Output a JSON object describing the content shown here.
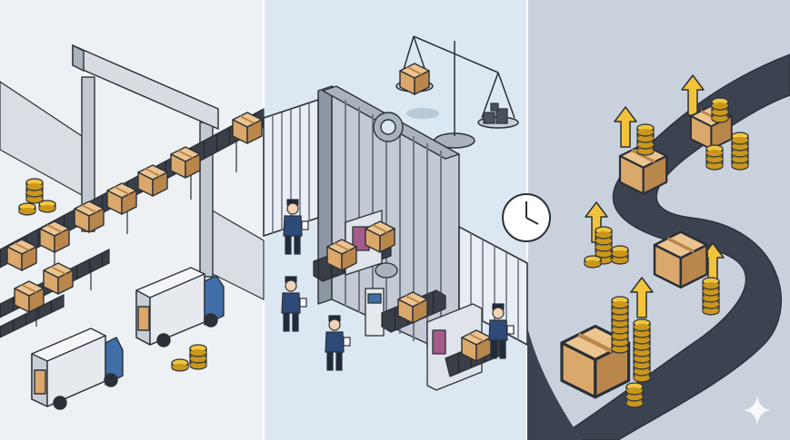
{
  "panels": [
    {
      "name": "logistics",
      "background": "#eef1f4"
    },
    {
      "name": "customs",
      "background": "#dce8f1"
    },
    {
      "name": "growth",
      "background": "#c9d2dc"
    }
  ],
  "colors": {
    "outline": "#2b3038",
    "box": "#d9a86a",
    "box_side": "#b9864c",
    "box_top": "#ecc48f",
    "coin": "#f0c53f",
    "coin_edge": "#c9971e",
    "arrow": "#f3c43b",
    "truck_cab": "#3f6ea8",
    "road": "#3c4350",
    "conveyor": "#3a3f47",
    "officer": "#2e4a78",
    "gate": "#9aa4b0"
  },
  "icons": [
    "scale-icon",
    "clock-icon",
    "sparkle-icon"
  ]
}
